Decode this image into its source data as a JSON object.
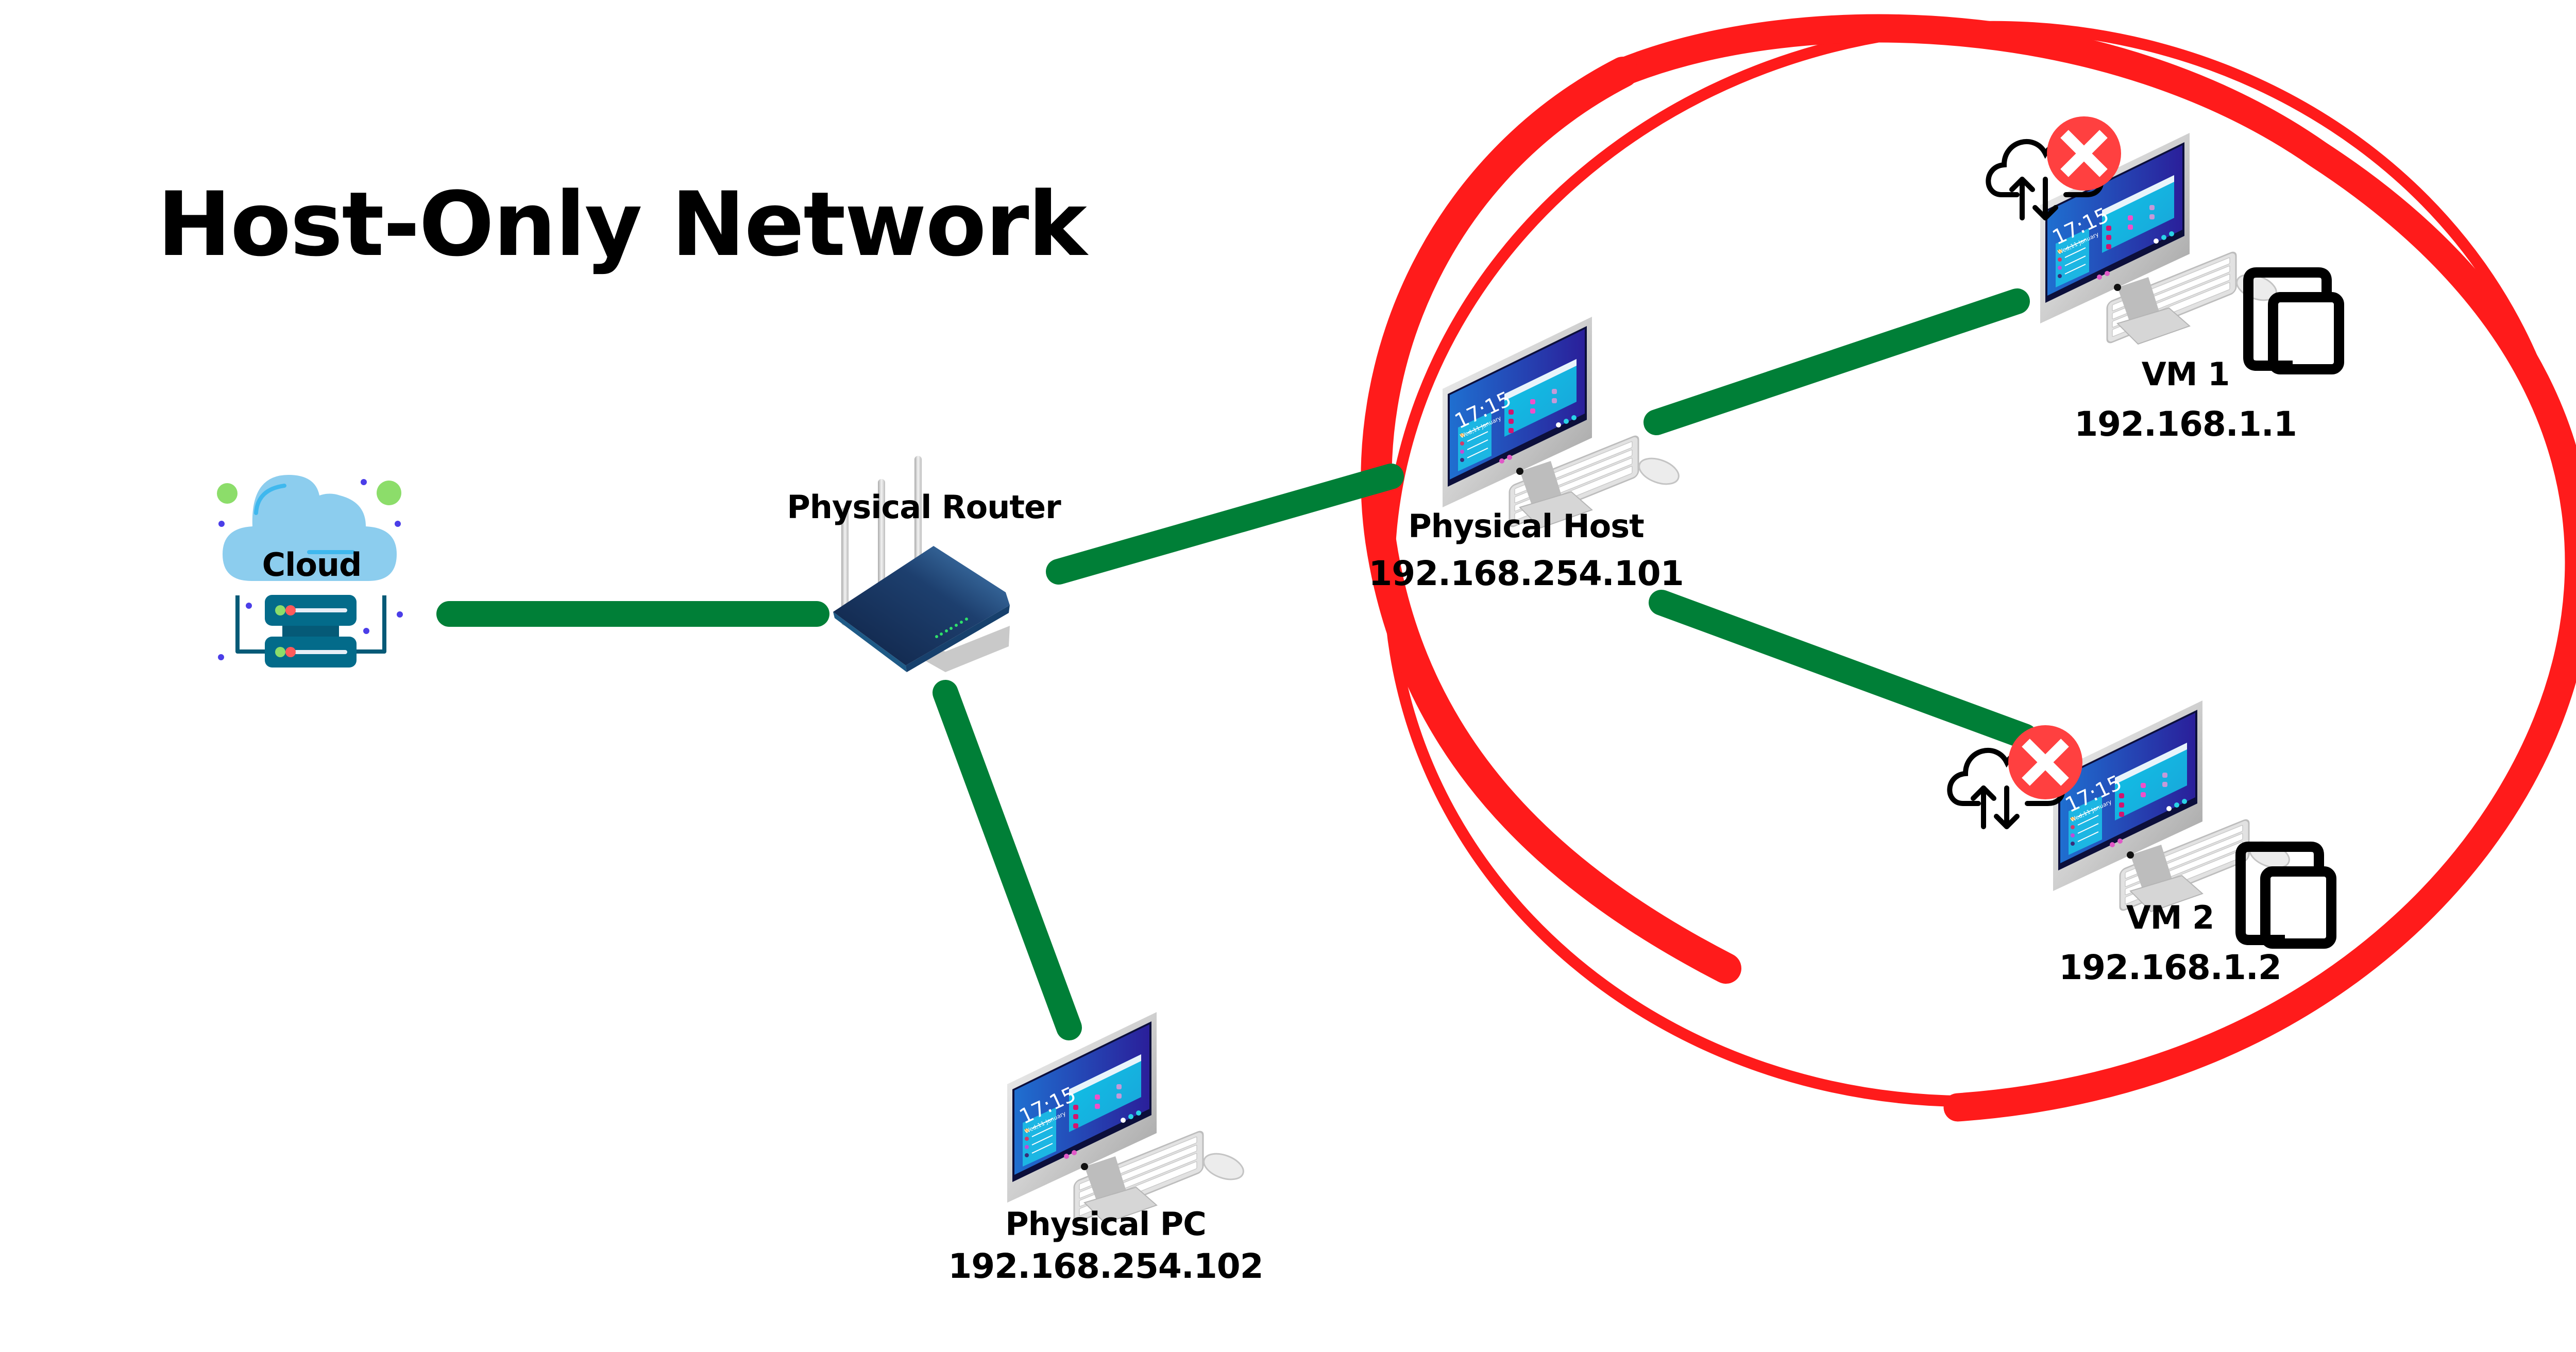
{
  "title": "Host-Only Network",
  "colors": {
    "link": "#007f37",
    "highlight_ring": "#ff1b1b",
    "error_badge": "#ff4040",
    "cloud_fill": "#8ccdee",
    "server": "#036b8a",
    "router": "#1c3d6b"
  },
  "nodes": {
    "cloud": {
      "label": "Cloud",
      "icon": "cloud-server-icon"
    },
    "router": {
      "label": "Physical Router",
      "icon": "router-icon"
    },
    "physical_host": {
      "label": "Physical Host",
      "ip": "192.168.254.101",
      "icon": "desktop-computer-icon"
    },
    "physical_pc": {
      "label": "Physical PC",
      "ip": "192.168.254.102",
      "icon": "desktop-computer-icon"
    },
    "vm1": {
      "label": "VM 1",
      "ip": "192.168.1.1",
      "icon": "desktop-computer-icon",
      "status_icon": "cloud-sync-error-icon",
      "vm_icon": "virtual-machine-icon"
    },
    "vm2": {
      "label": "VM 2",
      "ip": "192.168.1.2",
      "icon": "desktop-computer-icon",
      "status_icon": "cloud-sync-error-icon",
      "vm_icon": "virtual-machine-icon"
    }
  },
  "screen": {
    "time": "17:15",
    "date": "Wed,11 January"
  },
  "links": [
    {
      "from": "cloud",
      "to": "router"
    },
    {
      "from": "router",
      "to": "physical_host"
    },
    {
      "from": "router",
      "to": "physical_pc"
    },
    {
      "from": "physical_host",
      "to": "vm1"
    },
    {
      "from": "physical_host",
      "to": "vm2"
    }
  ],
  "highlight_group": [
    "physical_host",
    "vm1",
    "vm2"
  ]
}
